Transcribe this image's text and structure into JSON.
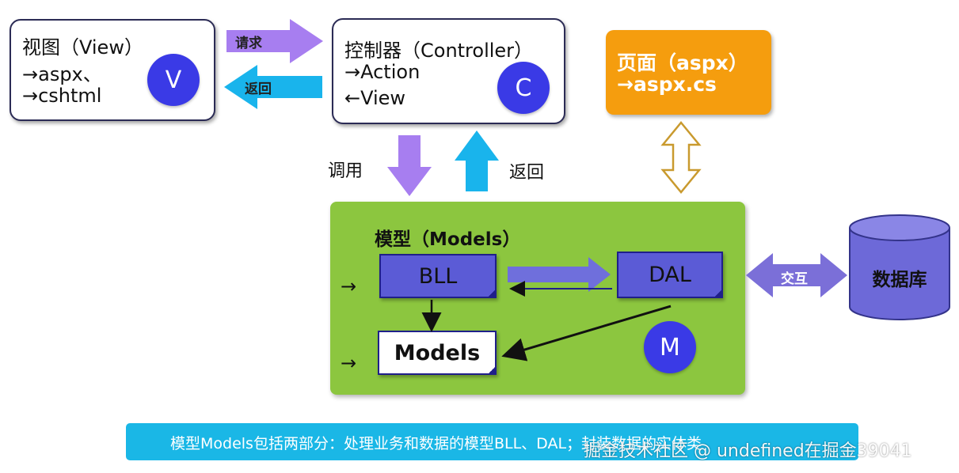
{
  "view_box": {
    "title": "视图（View）",
    "line2": "→aspx、",
    "line3": "→cshtml",
    "badge": "V"
  },
  "controller_box": {
    "title": "控制器（Controller）",
    "line2": "→Action",
    "line3": "←View",
    "badge": "C"
  },
  "page_box": {
    "title": "页面（aspx）",
    "line2": "→aspx.cs"
  },
  "arrows": {
    "request": "请求",
    "return_top": "返回",
    "call": "调用",
    "return_mid": "返回",
    "interact": "交互"
  },
  "models_panel": {
    "title": "模型（Models）",
    "bll": "BLL",
    "dal": "DAL",
    "models": "Models",
    "badge": "M",
    "marker1": "→",
    "marker2": "→"
  },
  "database": {
    "label": "数据库"
  },
  "note": {
    "text": "模型Models包括两部分：处理业务和数据的模型BLL、DAL；封装数据的实体类"
  },
  "watermark": "掘金技术社区 @ undefined在掘金39041",
  "colors": {
    "purple_arrow": "#a77ef0",
    "cyan_arrow": "#19b4ec",
    "badge_blue": "#3a3ae6",
    "page_orange": "#f59d0e",
    "models_green": "#8cc63f",
    "note_blue": "#1ab7e6"
  }
}
